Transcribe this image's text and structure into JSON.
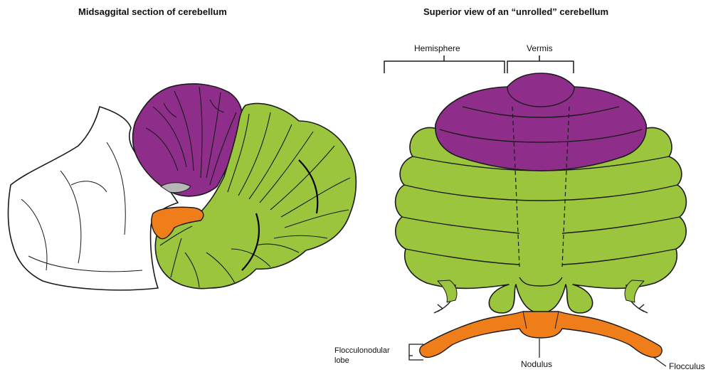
{
  "titles": {
    "left": "Midsaggital section of cerebellum",
    "right": "Superior view of an “unrolled” cerebellum"
  },
  "labels": {
    "hemisphere": "Hemisphere",
    "vermis": "Vermis",
    "flocculonodular_line1": "Flocculonodular",
    "flocculonodular_line2": "lobe",
    "nodulus": "Nodulus",
    "flocculus": "Flocculus"
  },
  "colors": {
    "anterior_lobe": "#8e2e8a",
    "posterior_lobe": "#9bc53d",
    "flocculonodular_lobe": "#ef7d1a",
    "outline": "#1a1a1a"
  }
}
